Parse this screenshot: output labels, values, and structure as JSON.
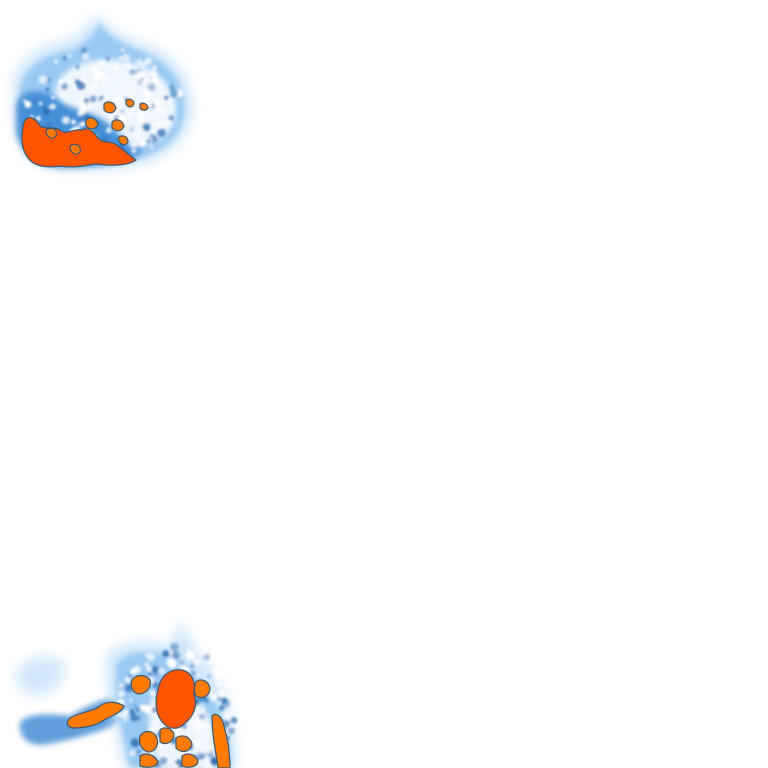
{
  "image": {
    "kind": "heatmap-overlay",
    "regions": [
      {
        "name": "top-left-cell",
        "hotspot_count": 9
      },
      {
        "name": "bottom-left-cell",
        "hotspot_count": 10
      }
    ],
    "colors": {
      "background": "#ffffff",
      "halo_light": "#cfe6fb",
      "halo_mid": "#8fc3f0",
      "halo_dark": "#2f7fcf",
      "edge_dark": "#1c5fa8",
      "hot_fill": "#ff7a00",
      "hot_core": "#ff5500",
      "hot_edge": "#3b5a78",
      "interior_white": "#f4f9ff"
    }
  }
}
